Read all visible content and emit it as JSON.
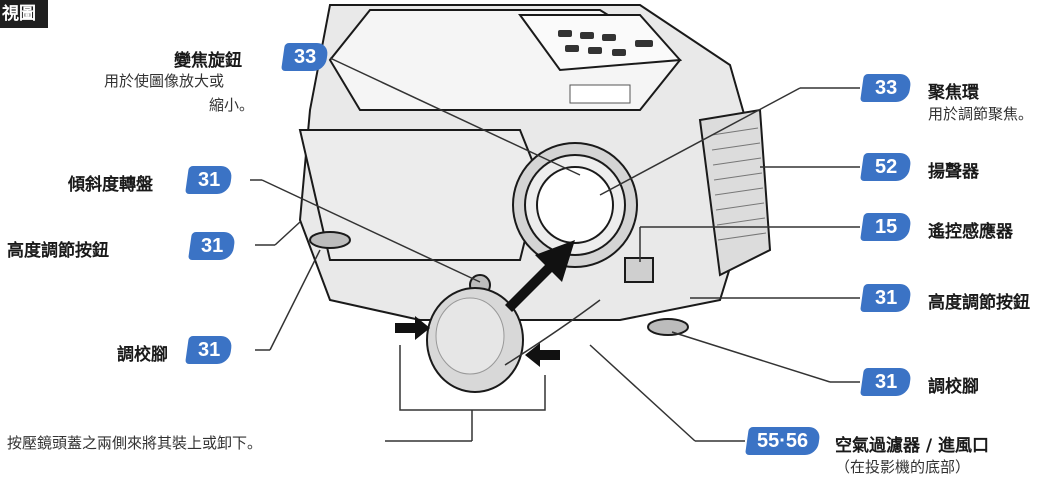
{
  "header": {
    "label": "視圖"
  },
  "callouts": {
    "zoom_knob": {
      "badge": "33",
      "name": "變焦旋鈕",
      "desc_line1": "用於使圖像放大或",
      "desc_line2": "縮小。"
    },
    "tilt_dial": {
      "badge": "31",
      "name": "傾斜度轉盤"
    },
    "height_button_left": {
      "badge": "31",
      "name": "高度調節按鈕"
    },
    "adjust_foot_left": {
      "badge": "31",
      "name": "調校腳"
    },
    "lens_cap": {
      "desc": "按壓鏡頭蓋之兩側來將其裝上或卸下。"
    },
    "focus_ring": {
      "badge": "33",
      "name": "聚焦環",
      "desc": "用於調節聚焦。"
    },
    "speaker": {
      "badge": "52",
      "name": "揚聲器"
    },
    "remote_sensor": {
      "badge": "15",
      "name": "遙控感應器"
    },
    "height_button_right": {
      "badge": "31",
      "name": "高度調節按鈕"
    },
    "adjust_foot_right": {
      "badge": "31",
      "name": "調校腳"
    },
    "air_filter": {
      "badge": "55·56",
      "name": "空氣過濾器 / 進風口",
      "desc": "（在投影機的底部）"
    }
  },
  "colors": {
    "badge": "#3b73c5",
    "header": "#1f1f1f",
    "line": "#333333"
  },
  "illustration": {
    "icon": "projector-illustration",
    "lens_cap_icon": "lens-cap-icon",
    "arrow_icon": "arrow-icon"
  }
}
